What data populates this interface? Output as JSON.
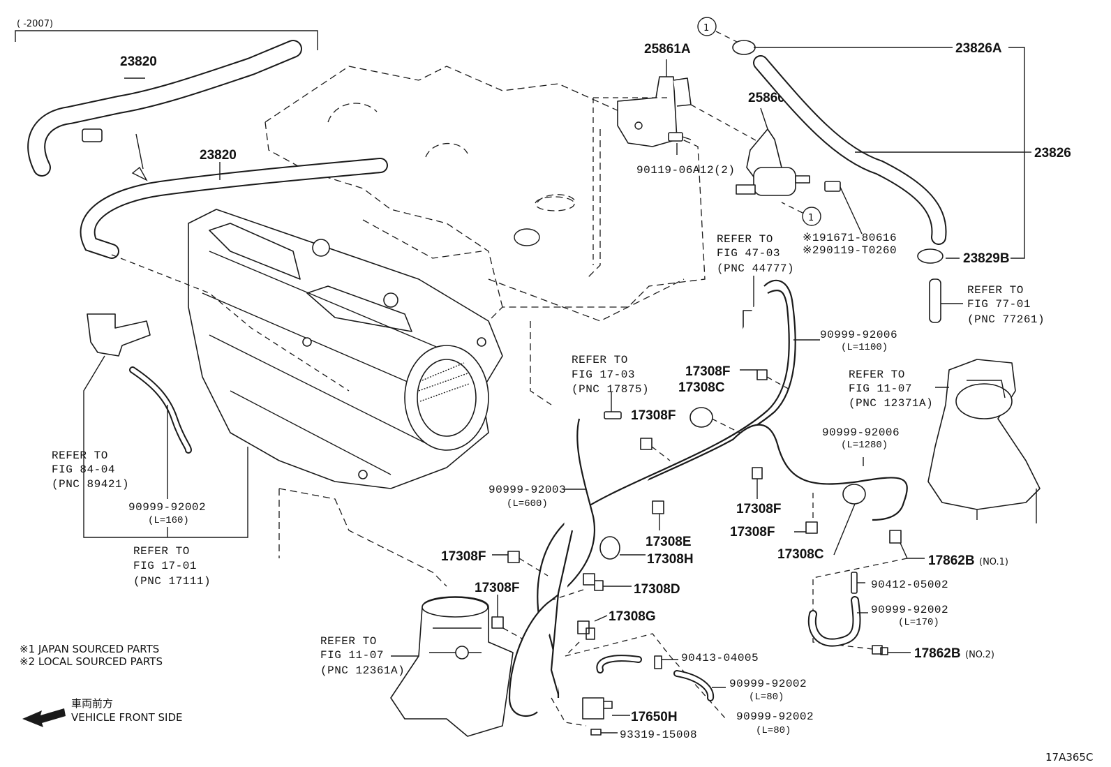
{
  "range_label": "(     -2007)",
  "diagram_code": "17A365C",
  "callout_symbol": "1",
  "notes": {
    "jp": "※1  JAPAN SOURCED PARTS",
    "local": "※2  LOCAL SOURCED PARTS",
    "front_jp": "車両前方",
    "front_en": "VEHICLE FRONT SIDE"
  },
  "parts": {
    "p23820_top": "23820",
    "p23820_mid": "23820",
    "p25861a": "25861A",
    "p25860": "25860",
    "p23826a": "23826A",
    "p23826": "23826",
    "p23829b": "23829B",
    "p9011906": "90119-06A12(2)",
    "p191671": "※191671-80616",
    "p290119": "※290119-T0260",
    "p17308f_a": "17308F",
    "p17308c_a": "17308C",
    "p17308f_b": "17308F",
    "p17308f_c": "17308F",
    "p17308f_d": "17308F",
    "p17308c_b": "17308C",
    "p17308e": "17308E",
    "p17308h": "17308H",
    "p17308f_e": "17308F",
    "p17308d": "17308D",
    "p17308f_f": "17308F",
    "p17308g": "17308G",
    "p17650h": "17650H",
    "p93319": "93319-15008",
    "p90413": "90413-04005",
    "p17862b1": "17862B",
    "p17862b1_sub": "(NO.1)",
    "p90412": "90412-05002",
    "p17862b2": "17862B",
    "p17862b2_sub": "(NO.2)"
  },
  "hoses": {
    "h1100": "90999-92006",
    "h1100_len": "(L=1100)",
    "h1280": "90999-92006",
    "h1280_len": "(L=1280)",
    "h600": "90999-92003",
    "h600_len": "(L=600)",
    "h160": "90999-92002",
    "h160_len": "(L=160)",
    "h170": "90999-92002",
    "h170_len": "(L=170)",
    "h80a": "90999-92002",
    "h80a_len": "(L=80)",
    "h80b": "90999-92002",
    "h80b_len": "(L=80)"
  },
  "refs": {
    "r4703": [
      "REFER TO",
      "FIG 47-03",
      "(PNC 44777)"
    ],
    "r7701": [
      "REFER TO",
      "FIG 77-01",
      "(PNC 77261)"
    ],
    "r1703": [
      "REFER TO",
      "FIG 17-03",
      "(PNC 17875)"
    ],
    "r1107a": [
      "REFER TO",
      "FIG 11-07",
      "(PNC 12371A)"
    ],
    "r8404": [
      "REFER TO",
      "FIG 84-04",
      "(PNC 89421)"
    ],
    "r1701": [
      "REFER TO",
      "FIG 17-01",
      "(PNC 17111)"
    ],
    "r1107b": [
      "REFER TO",
      "FIG 11-07",
      "(PNC 12361A)"
    ]
  }
}
